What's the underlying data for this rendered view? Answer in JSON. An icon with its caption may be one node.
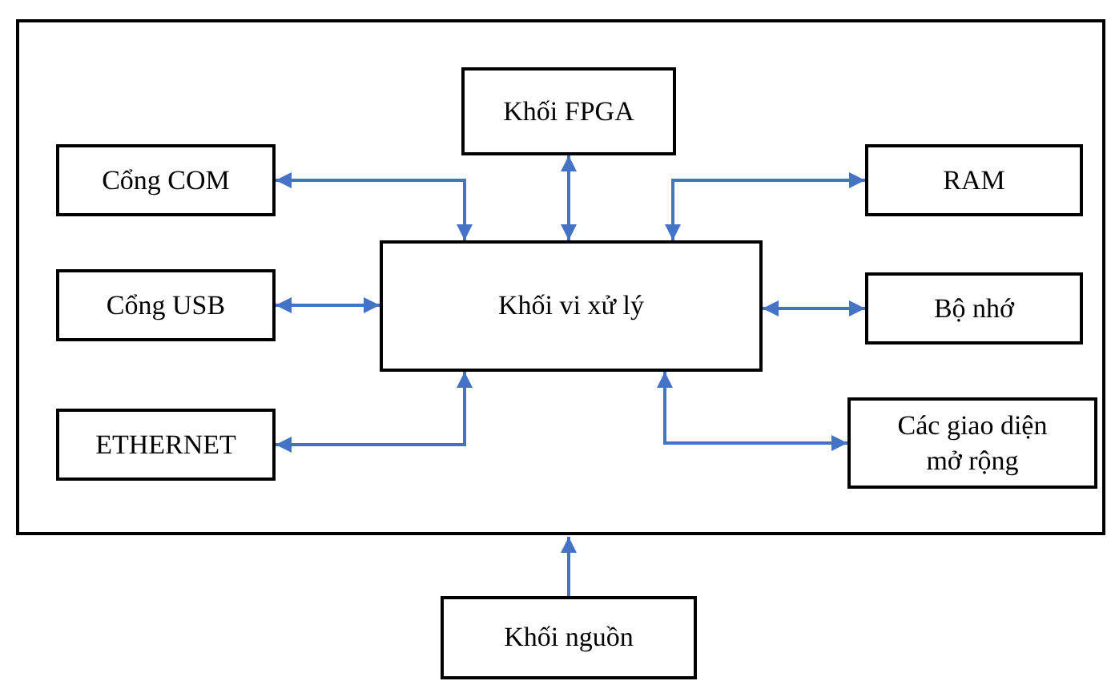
{
  "diagram": {
    "nodes": [
      {
        "text": [],
        "shape": "box"
      },
      {
        "text": [
          "Khối FPGA"
        ],
        "in": 0
      },
      {
        "text": [
          "Cổng COM"
        ],
        "in": 0
      },
      {
        "text": [
          "RAM"
        ],
        "in": 0
      },
      {
        "text": [
          "Khối vi xử lý"
        ],
        "in": 0
      },
      {
        "text": [
          "Cổng USB"
        ],
        "in": 0
      },
      {
        "text": [
          "Bộ nhớ"
        ],
        "in": 0
      },
      {
        "text": [
          "ETHERNET"
        ],
        "in": 0
      },
      {
        "text": [
          "Các giao diện mở rộng"
        ],
        "in": 0
      },
      {
        "text": [
          "Khối nguồn"
        ]
      }
    ],
    "edges": [
      {
        "from": 2,
        "to": 4,
        "arrow": "both"
      },
      {
        "from": 1,
        "to": 4,
        "arrow": "both"
      },
      {
        "from": 3,
        "to": 4,
        "arrow": "both"
      },
      {
        "from": 5,
        "to": 4,
        "arrow": "both"
      },
      {
        "from": 6,
        "to": 4,
        "arrow": "both"
      },
      {
        "from": 7,
        "to": 4,
        "arrow": "both"
      },
      {
        "from": 8,
        "to": 4,
        "arrow": "both"
      },
      {
        "from": 9,
        "to": 0,
        "arrow": "to"
      }
    ]
  }
}
